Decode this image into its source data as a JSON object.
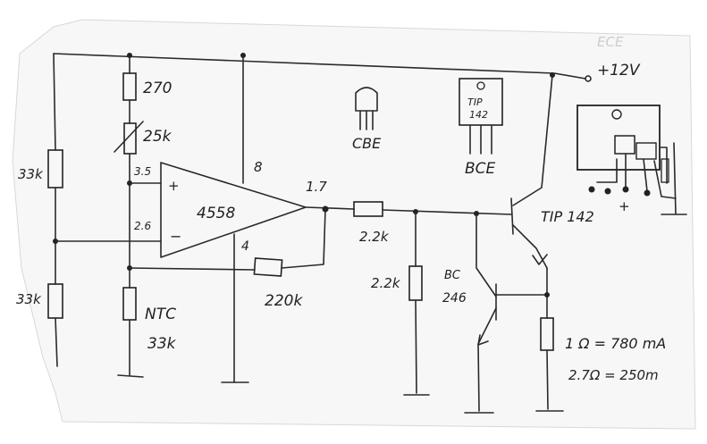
{
  "supply": "+12V",
  "labels": {
    "r_top": "270",
    "pot": "25k",
    "r_left_top": "33k",
    "r_left_bottom": "33k",
    "ntc_name": "NTC",
    "ntc_value": "33k",
    "opamp": "4558",
    "pin_plus": "+",
    "pin_minus": "−",
    "pin8": "8",
    "pin4": "4",
    "v_plus": "3.5",
    "v_minus": "2.6",
    "v_out": "1.7",
    "r_feedback": "220k",
    "r_base": "2.2k",
    "r_pulldown": "2.2k",
    "bc_name": "BC",
    "bc_num": "246",
    "tip": "TIP 142",
    "tip_plus": "+",
    "pin_cbe": "CBE",
    "pin_bce": "BCE",
    "tip_body1": "TIP",
    "tip_body2": "142",
    "shunt1": "1 Ω = 780 mA",
    "shunt2": "2.7Ω = 250m",
    "faded": "ECE"
  },
  "colors": {
    "ink": "#2a2a2a",
    "paper": "#f7f7f7"
  }
}
